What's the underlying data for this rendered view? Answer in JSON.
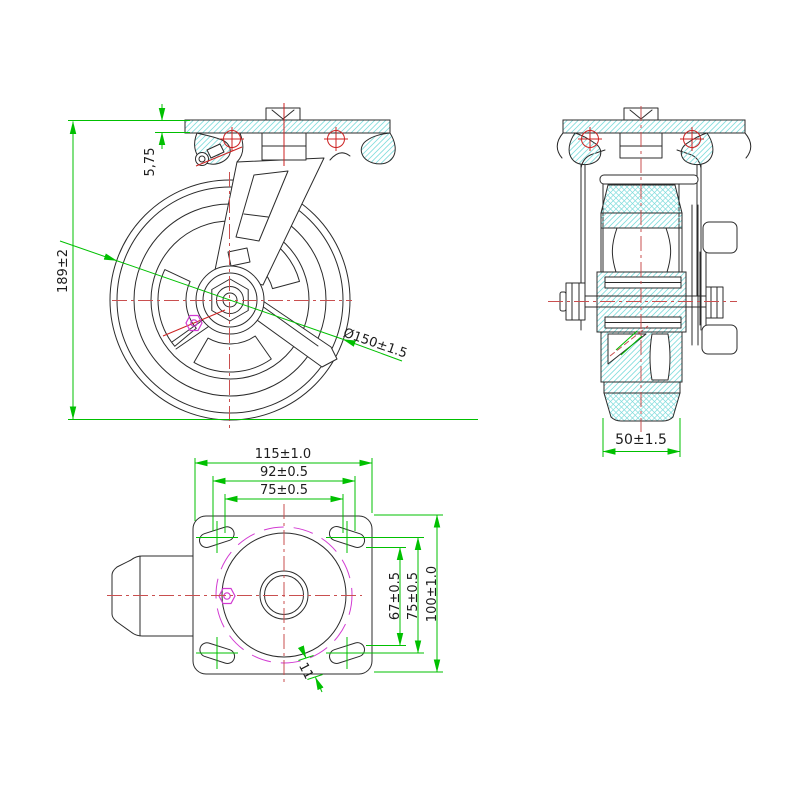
{
  "drawing_type": "caster-wheel-engineering-drawing",
  "colors": {
    "geometry_line": "#2b2b2b",
    "dimension_green": "#00c000",
    "centerline_red": "#c94f4f",
    "axis_red": "#cc2222",
    "hatch_cyan": "#7fdcdc",
    "accent_magenta": "#d23bd2",
    "background": "#ffffff"
  },
  "dims": {
    "overall_height": "189±2",
    "plate_thickness": "5,75",
    "wheel_diameter": "Ø150±1.5",
    "wheel_width": "50±1.5",
    "plate_width": "115±1.0",
    "hole_pitch_x": "92±0.5",
    "hole_pitch_x2": "75±0.5",
    "hole_pitch_y_inner": "67±0.5",
    "hole_pitch_y": "75±0.5",
    "plate_depth": "100±1.0",
    "slot_width": "11"
  }
}
